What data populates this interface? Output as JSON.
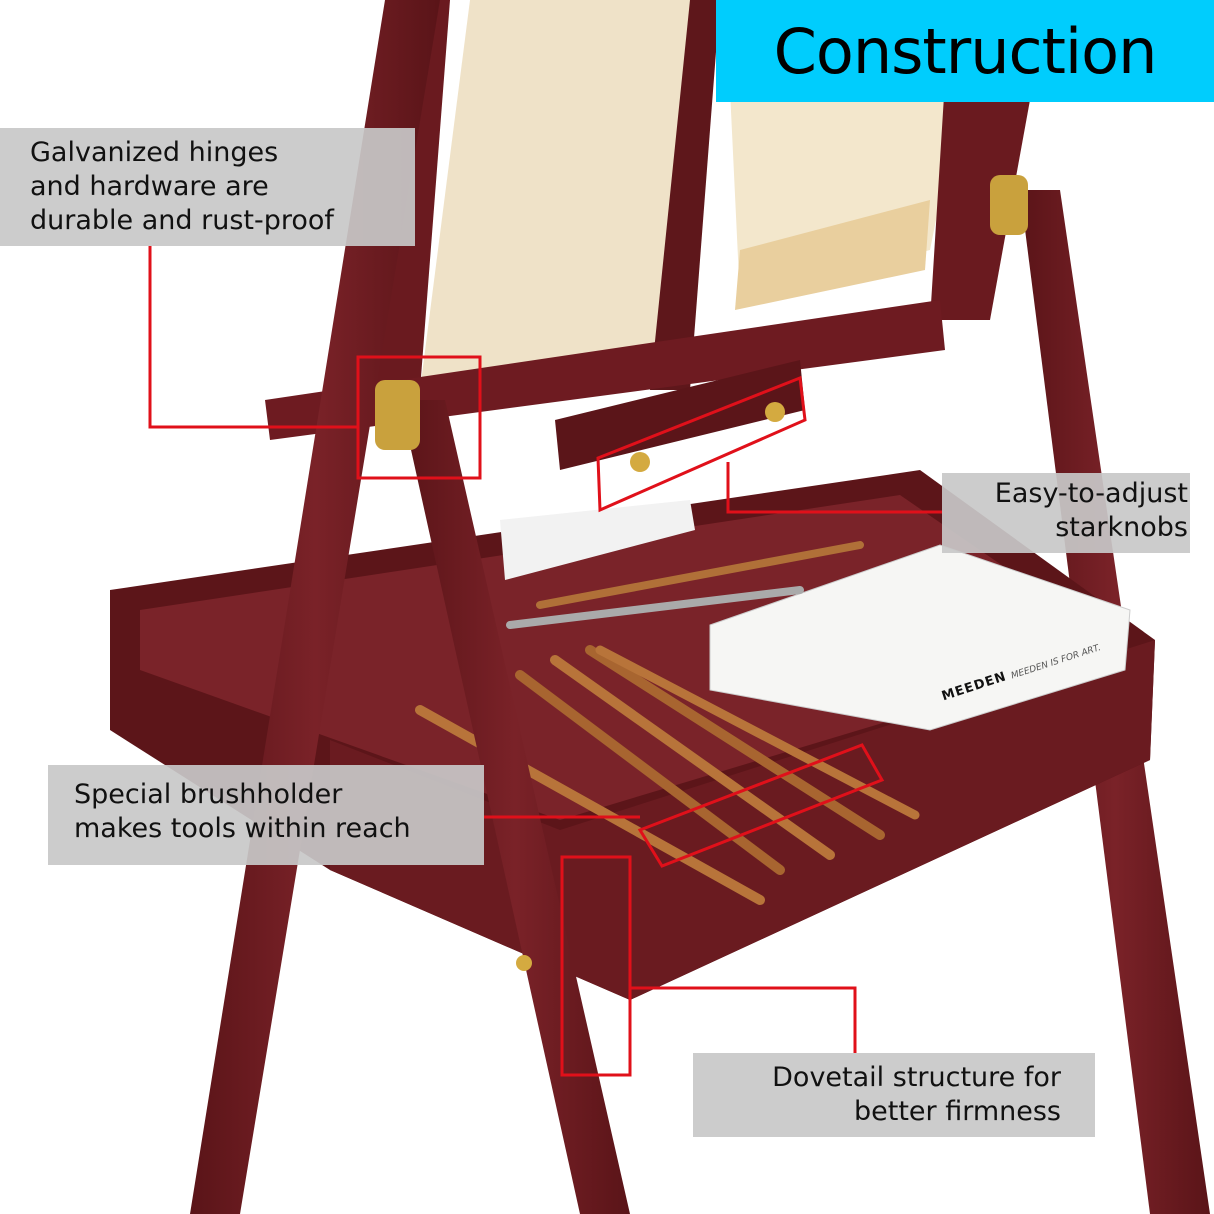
{
  "title": "Construction",
  "callouts": [
    {
      "text": "Galvanized hinges\nand hardware are\ndurable and rust-proof"
    },
    {
      "text": "Easy-to-adjust\nstarknobs"
    },
    {
      "text": "Special brushholder\nmakes tools within reach"
    },
    {
      "text": "Dovetail structure for\nbetter firmness"
    }
  ],
  "product_branding": {
    "box_brand": "MEEDEN",
    "box_tagline": "MEEDEN IS FOR ART."
  },
  "colors": {
    "title_bg": "#00cdfd",
    "callout_bg": "#c8c8c8",
    "highlight": "#e0101a",
    "wood": "#6b1a20"
  }
}
